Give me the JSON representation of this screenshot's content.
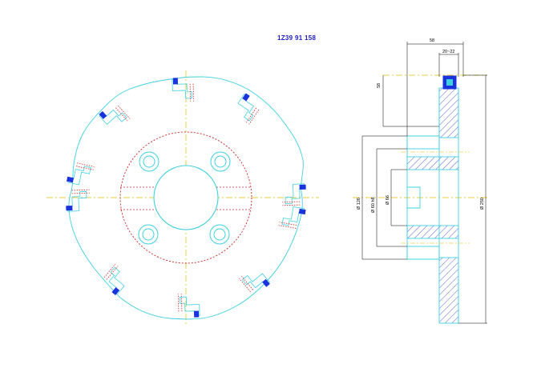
{
  "title_block": {
    "part_number": "1Z39 91 158"
  },
  "dimensions": {
    "overall_width": "58",
    "insert_width": "20~22",
    "cutter_depth": "58",
    "bore_dia_1": "Ø 126",
    "bore_dia_2": "Ø 60 h8",
    "bore_dia_3": "Ø 66",
    "outer_dia": "Ø 250"
  },
  "colors": {
    "outline": "#3fd0e0",
    "hub_circle": "#cc2222",
    "center_line": "#e0c000",
    "hatch": "#3333cc",
    "insert": "#1a33dd",
    "dim_line": "#000000",
    "title": "#1a1ac8"
  }
}
